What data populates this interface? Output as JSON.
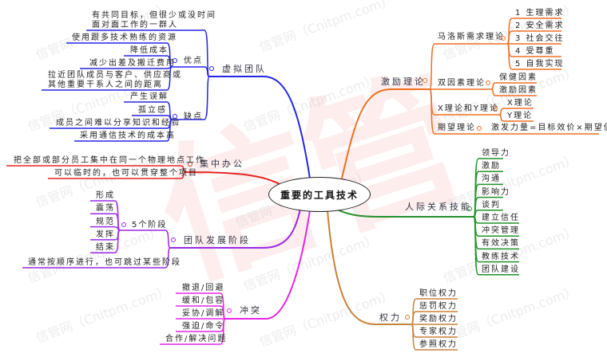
{
  "central_topic": "重要的工具技术",
  "watermark": "信管网（Cnitpm.com）",
  "watermark_logo": "信管网",
  "virtual_team": {
    "label": "虚拟团队",
    "definition": "有共同目标，但很少或没时间\n面对面工作的一群人",
    "pros": {
      "label": "优点",
      "items": [
        "使用跟多技术熟练的资源",
        "降低成本",
        "减少出差及搬迁费用",
        "拉近团队成员与客户、供应商或\n其他重要干系人之间的距离"
      ]
    },
    "cons": {
      "label": "缺点",
      "items": [
        "产生误解",
        "孤立感",
        "成员之间难以分享知识和经验",
        "采用通信技术的成本高"
      ]
    }
  },
  "colocation": {
    "label": "集中办公",
    "items": [
      "把全部或部分员工集中在同一个物理地点工作",
      "可以临时的，也可以贯穿整个项目"
    ]
  },
  "team_development": {
    "label": "团队发展阶段",
    "stages": {
      "label": "5个阶段",
      "items": [
        "形成",
        "震荡",
        "规范",
        "发挥",
        "结束"
      ]
    },
    "note": "通常按顺序进行，也可跳过某些阶段"
  },
  "conflict": {
    "label": "冲突",
    "items": [
      "撤退/回避",
      "缓和/包容",
      "妥协/调解",
      "强迫/命令",
      "合作/解决问题"
    ]
  },
  "motivation": {
    "label": "激励理论",
    "maslow": {
      "label": "马洛斯需求理论",
      "items": [
        "1 生理需求",
        "2 安全需求",
        "3 社会交往",
        "4 受尊重",
        "5 自我实现"
      ]
    },
    "two_factor": {
      "label": "双因素理论",
      "items": [
        "保健因素",
        "激励因素"
      ]
    },
    "xy": {
      "label": "X理论和Y理论",
      "items": [
        "X理论",
        "Y理论"
      ]
    },
    "expectancy": {
      "label": "期望理论",
      "formula": "激发力量=目标效价×期望值"
    }
  },
  "interpersonal": {
    "label": "人际关系技能",
    "items": [
      "领导力",
      "激励",
      "沟通",
      "影响力",
      "谈判",
      "建立信任",
      "冲突管理",
      "有效决策",
      "教练技术",
      "团队建设"
    ]
  },
  "power": {
    "label": "权力",
    "items": [
      "职位权力",
      "惩罚权力",
      "奖励权力",
      "专家权力",
      "参照权力"
    ]
  },
  "colors": {
    "virtual_team": "#2626e6",
    "colocation": "#e62626",
    "team_development": "#9a28e6",
    "conflict": "#e626e6",
    "motivation": "#f07020",
    "interpersonal": "#22922a",
    "power": "#c8823a"
  }
}
